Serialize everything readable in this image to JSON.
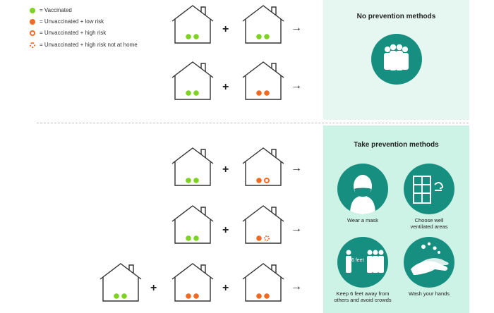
{
  "legend": {
    "vaccinated": "= Vaccinated",
    "unvaccinated_low": "= Unvaccinated + low risk",
    "unvaccinated_high": "= Unvaccinated + high risk",
    "unvaccinated_high_away": "= Unvaccinated + high risk not at home"
  },
  "symbols": {
    "plus": "+",
    "arrow": "→"
  },
  "colors": {
    "vaccinated": "#7ed321",
    "unvaccinated": "#f26a21",
    "teal": "#178f80",
    "panel_light": "#e6f7f2",
    "panel_mint": "#cdf2e6"
  },
  "scenarios": [
    {
      "section": "no-prevention",
      "houses": [
        [
          "vaccinated",
          "vaccinated"
        ],
        [
          "vaccinated",
          "vaccinated"
        ]
      ]
    },
    {
      "section": "no-prevention",
      "houses": [
        [
          "vaccinated",
          "vaccinated"
        ],
        [
          "low",
          "low"
        ]
      ]
    },
    {
      "section": "prevention",
      "houses": [
        [
          "vaccinated",
          "vaccinated"
        ],
        [
          "low",
          "high"
        ]
      ]
    },
    {
      "section": "prevention",
      "houses": [
        [
          "vaccinated",
          "vaccinated"
        ],
        [
          "low",
          "high-away"
        ]
      ]
    },
    {
      "section": "prevention",
      "houses": [
        [
          "vaccinated",
          "vaccinated"
        ],
        [
          "low",
          "low"
        ],
        [
          "low",
          "low"
        ]
      ]
    }
  ],
  "panels": {
    "no_prevention": {
      "title": "No prevention methods",
      "icon": "group-of-people-icon"
    },
    "prevention": {
      "title": "Take prevention methods",
      "items": [
        {
          "label": "Wear a mask",
          "icon": "mask-face-icon"
        },
        {
          "label_lines": [
            "Choose well",
            "ventilated areas"
          ],
          "icon": "open-window-icon"
        },
        {
          "label_lines": [
            "Keep 6 feet away from",
            "others and avoid crowds"
          ],
          "icon": "distance-icon",
          "distance_text": "6 feet"
        },
        {
          "label": "Wash your hands",
          "icon": "hand-wash-icon"
        }
      ]
    }
  }
}
